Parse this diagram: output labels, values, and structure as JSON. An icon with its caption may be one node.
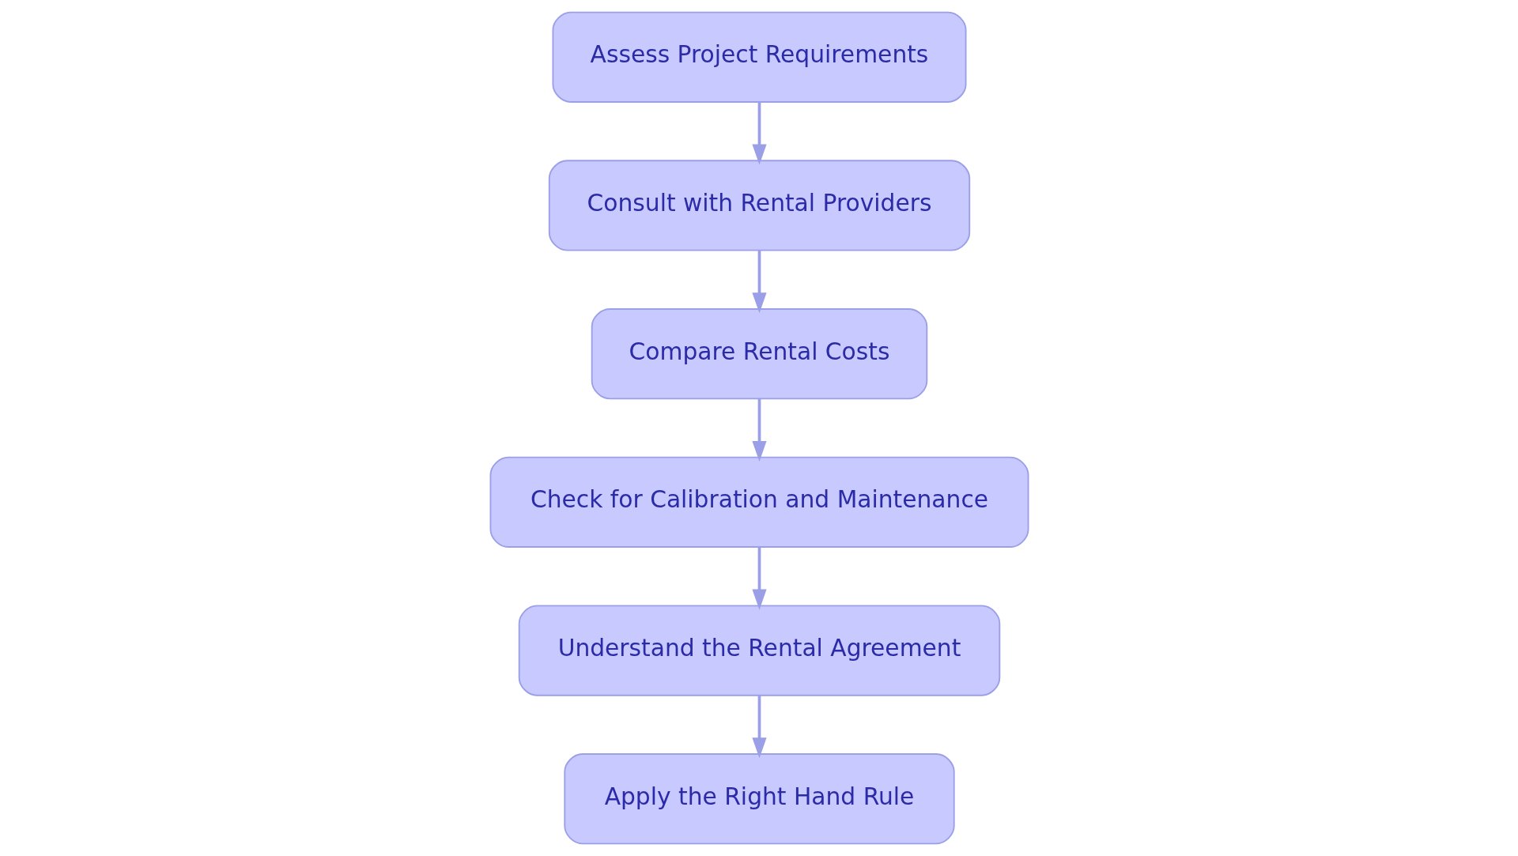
{
  "diagram": {
    "nodes": [
      {
        "text": [
          "Assess Project Requirements"
        ]
      },
      {
        "text": [
          "Consult with Rental Providers"
        ]
      },
      {
        "text": [
          "Compare Rental Costs"
        ]
      },
      {
        "text": [
          "Check for Calibration and Maintenance"
        ]
      },
      {
        "text": [
          "Understand the Rental Agreement"
        ]
      },
      {
        "text": [
          "Apply the Right Hand Rule"
        ]
      }
    ],
    "edges": [
      {
        "from": 0,
        "to": 1,
        "arrow": "to"
      },
      {
        "from": 1,
        "to": 2,
        "arrow": "to"
      },
      {
        "from": 2,
        "to": 3,
        "arrow": "to"
      },
      {
        "from": 3,
        "to": 4,
        "arrow": "to"
      },
      {
        "from": 4,
        "to": 5,
        "arrow": "to"
      }
    ]
  }
}
